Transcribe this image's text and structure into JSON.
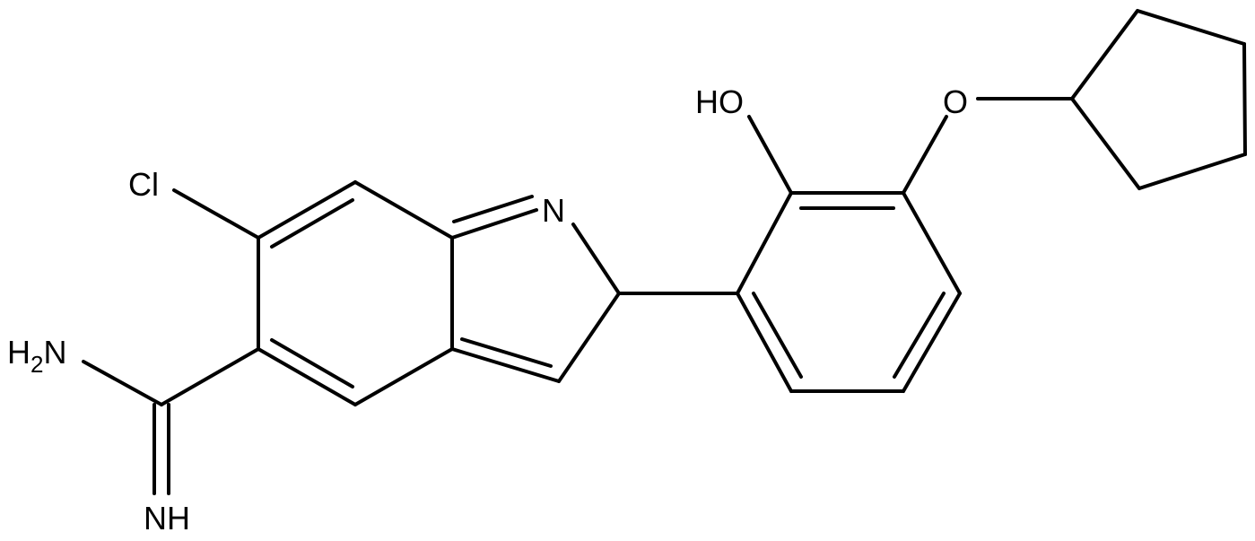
{
  "atoms": {
    "cl": "Cl",
    "n_ring": "N",
    "ho": "HO",
    "o_ether": "O",
    "nh2_main": "H",
    "nh2_sub": "2",
    "nh2_tail": "N",
    "nh": "NH"
  },
  "colors": {
    "bond": "#000000",
    "label": "#000000",
    "background": "#ffffff"
  }
}
